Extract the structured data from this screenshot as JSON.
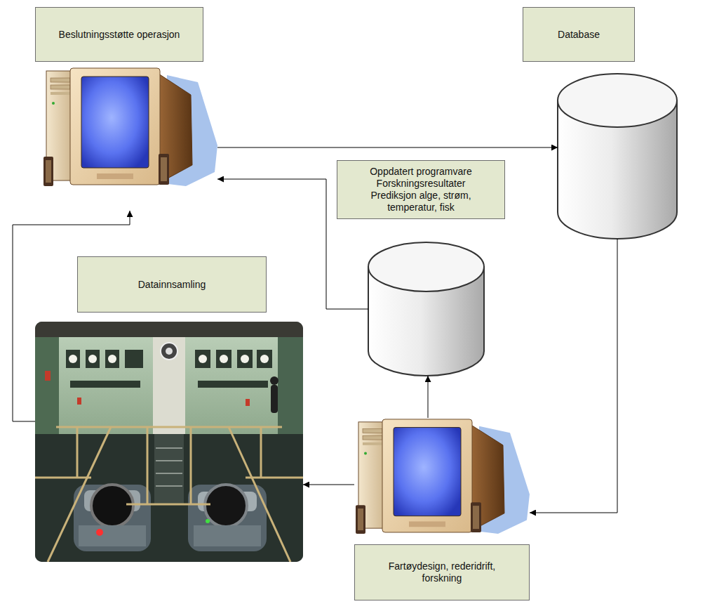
{
  "diagram": {
    "nodes": [
      {
        "text": [
          "Beslutningsstøtte operasjon"
        ]
      },
      {
        "text": [
          "Database"
        ]
      },
      {
        "text": [
          "Oppdatert programvare",
          "Forskningsresultater",
          "Prediksjon alge, strøm, temperatur, fisk"
        ]
      },
      {
        "text": [
          "Datainnsamling"
        ]
      },
      {
        "text": [
          "Fartøydesign, rederidrift, forskning"
        ]
      }
    ],
    "edges": [
      {
        "from": 0,
        "to": 1,
        "arrow": "to"
      },
      {
        "from": 1,
        "to": 4,
        "arrow": "to"
      },
      {
        "from": 4,
        "to": 3,
        "arrow": "to"
      },
      {
        "from": 4,
        "to": 2,
        "arrow": "to"
      },
      {
        "from": 2,
        "to": 0,
        "arrow": "to"
      },
      {
        "from": 3,
        "to": 0,
        "arrow": "to"
      }
    ]
  }
}
